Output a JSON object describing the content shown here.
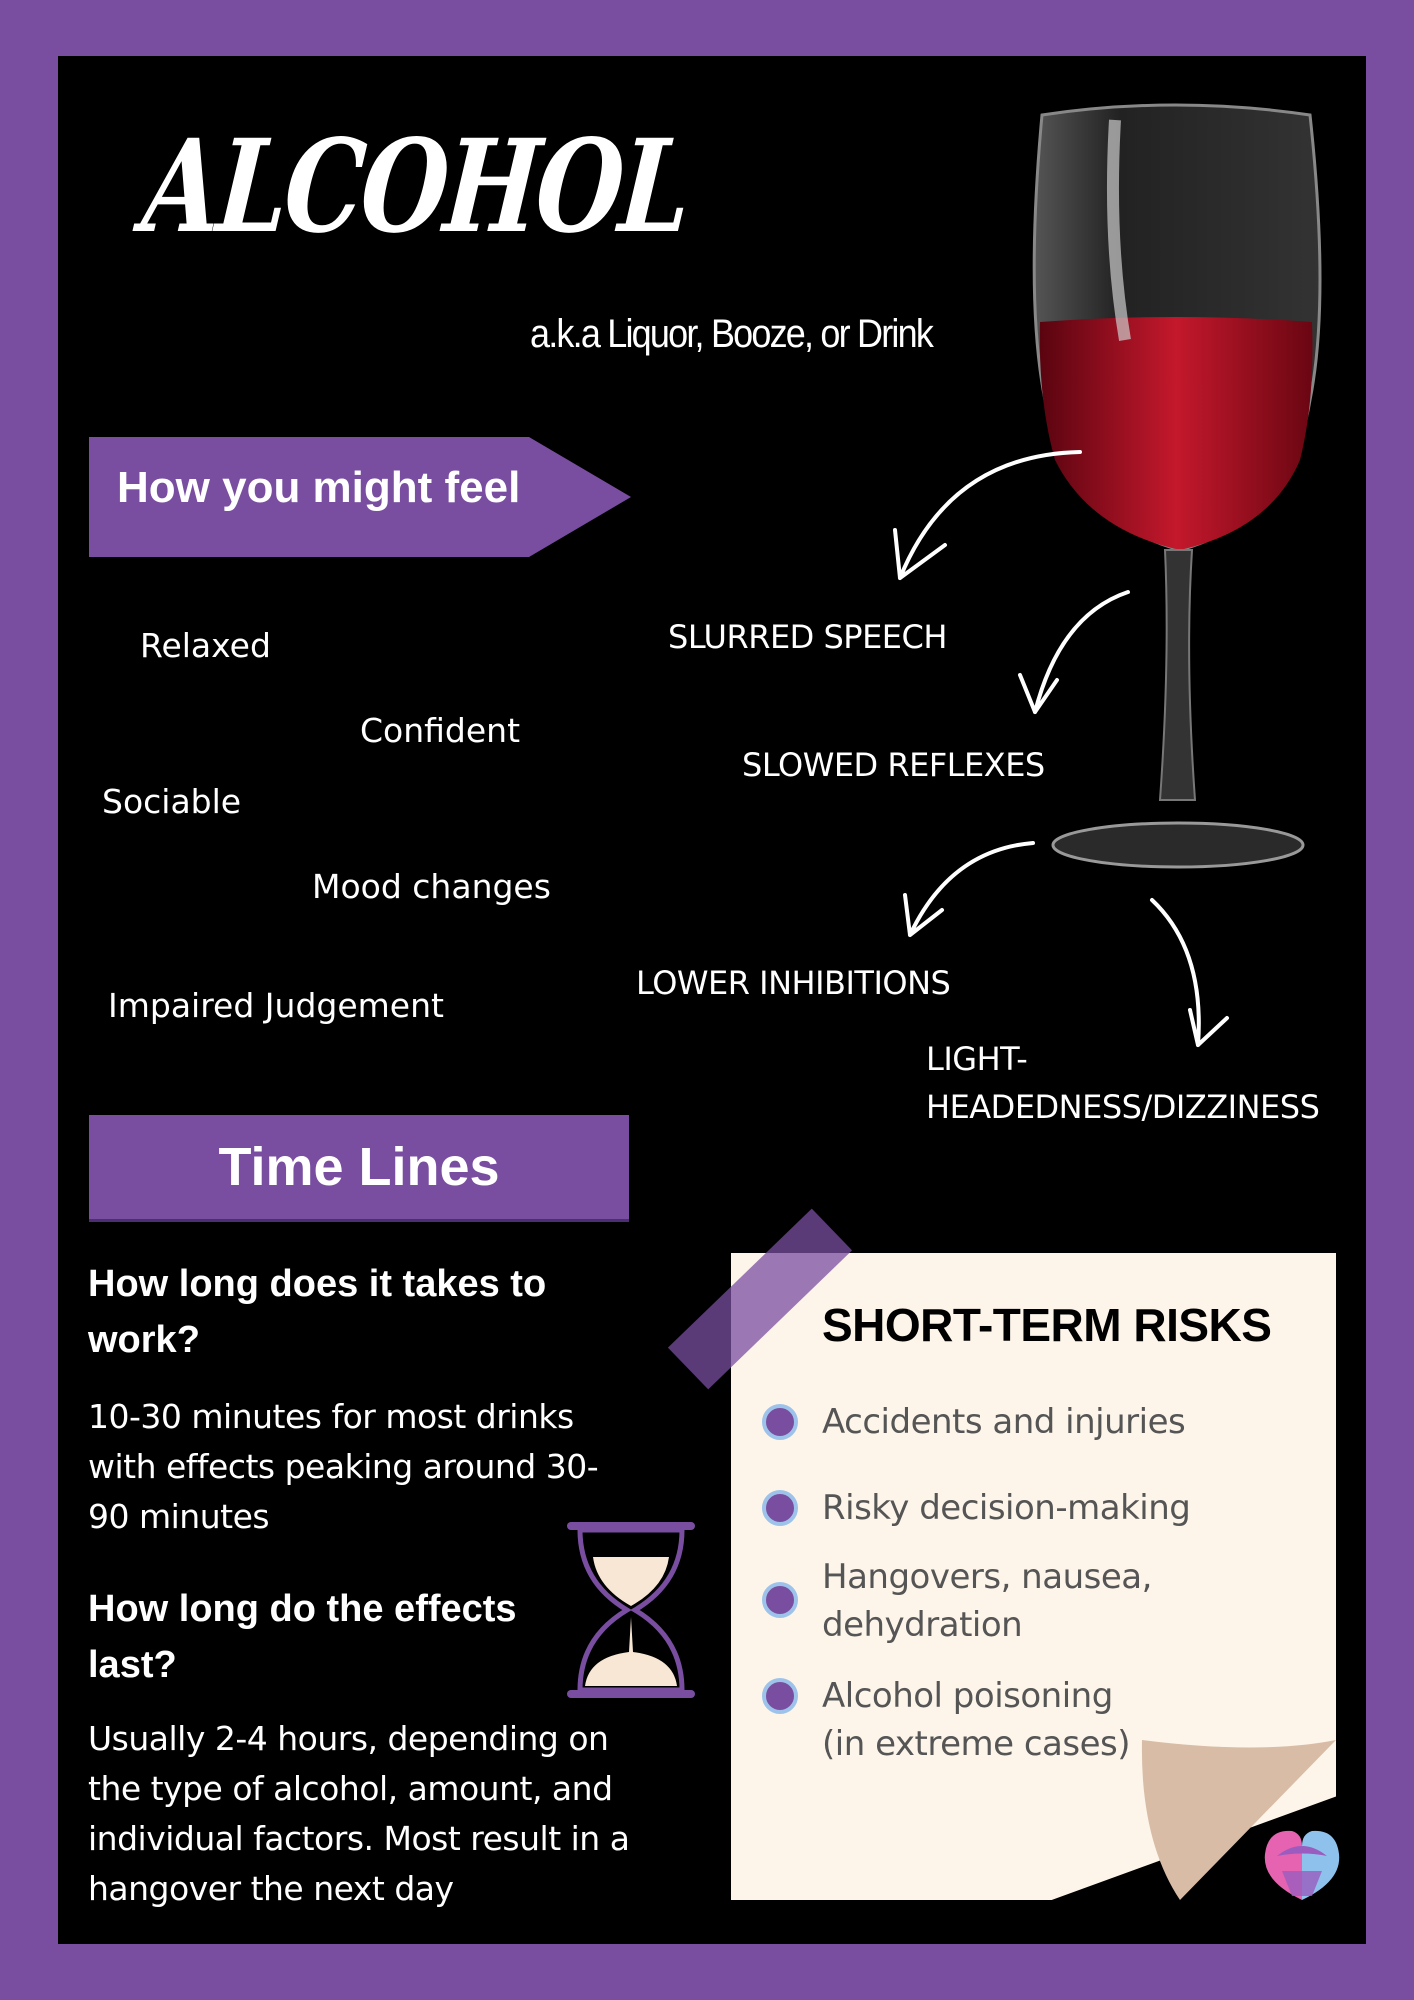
{
  "title": "ALCOHOL",
  "aka": "a.k.a  Liquor,  Booze, or Drink",
  "feel_section": {
    "heading": "How you might feel",
    "items": [
      "Relaxed",
      "Confident",
      "Sociable",
      "Mood changes",
      "Impaired Judgement"
    ]
  },
  "effects": [
    "SLURRED SPEECH",
    "SLOWED REFLEXES",
    "LOWER INHIBITIONS",
    "LIGHT-",
    "HEADEDNESS/DIZZINESS"
  ],
  "timelines": {
    "heading": "Time Lines",
    "q1": "How long does it takes to work?",
    "a1": "10-30 minutes for most drinks with effects peaking around 30-90 minutes",
    "q2": "How long do the effects last?",
    "a2": "Usually 2-4 hours, depending on the type of alcohol, amount, and individual factors. Most result in a hangover the next day"
  },
  "risks": {
    "heading": "SHORT-TERM RISKS",
    "items": [
      "Accidents and injuries",
      "Risky decision-making",
      "Hangovers, nausea, dehydration",
      "Alcohol poisoning (in extreme cases)"
    ]
  },
  "colors": {
    "border": "#794ea0",
    "background": "#000000",
    "note": "#fdf5ea",
    "wine": "#a0101e",
    "bullet_ring": "#9ec3ea"
  },
  "icons": [
    "wine-glass",
    "hourglass",
    "curved-arrow",
    "logo-heart-hands"
  ]
}
